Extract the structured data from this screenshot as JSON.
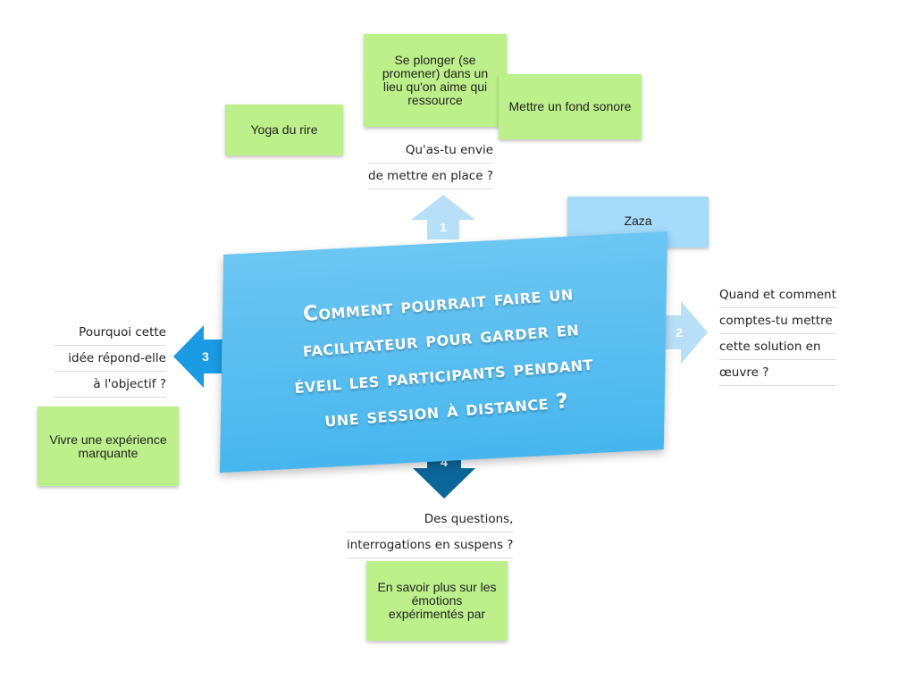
{
  "central_question": "Comment pourrait faire un\nfacilitateur pour garder en\néveil les participants pendant\nune session à distance ?",
  "prompts": {
    "top": [
      "Qu'as-tu envie",
      "de mettre en place ?"
    ],
    "right": [
      "Quand et comment",
      "comptes-tu mettre",
      "cette solution en",
      "œuvre ?"
    ],
    "left": [
      "Pourquoi cette",
      "idée répond-elle",
      "à l'objectif ?"
    ],
    "bottom": [
      "Des questions,",
      "interrogations en suspens ?"
    ]
  },
  "arrows": {
    "up": "1",
    "right": "2",
    "left": "3",
    "down": "4"
  },
  "stickies": {
    "yoga": "Yoga du rire",
    "plonger": "Se plonger (se promener) dans un lieu qu'on aime qui ressource",
    "fond_sonore": "Mettre un fond sonore",
    "zaza": "Zaza",
    "vivre": "Vivre une expérience marquante",
    "savoir": "En savoir plus sur les émotions expérimentés par"
  },
  "colors": {
    "sticky_green": "#bdf08a",
    "sticky_blue": "#a6dbfa",
    "banner": "#47b6ee",
    "arrow_up": "#b7e0f8",
    "arrow_right": "#b7e0f8",
    "arrow_left": "#1b9be3",
    "arrow_down": "#0b6699"
  }
}
